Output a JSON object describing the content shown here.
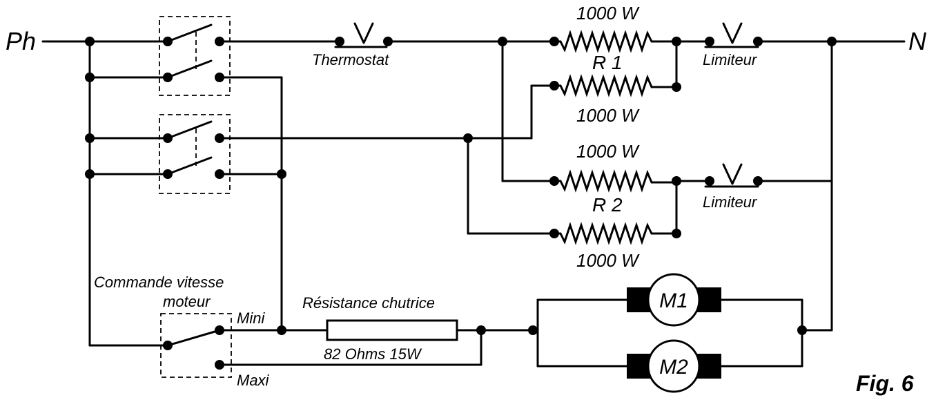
{
  "labels": {
    "phase": "Ph",
    "neutral": "N",
    "thermostat": "Thermostat",
    "limiter_1": "Limiteur",
    "limiter_2": "Limiteur",
    "r1": "R 1",
    "r2": "R 2",
    "r1_top_power": "1000 W",
    "r1_bottom_power": "1000 W",
    "r2_top_power": "1000 W",
    "r2_bottom_power": "1000 W",
    "speed_control_line1": "Commande vitesse",
    "speed_control_line2": "moteur",
    "mini": "Mini",
    "maxi": "Maxi",
    "dropping_resistor": "Résistance chutrice",
    "dropping_resistor_value": "82 Ohms 15W",
    "motor_1": "M1",
    "motor_2": "M2",
    "figure": "Fig. 6"
  }
}
